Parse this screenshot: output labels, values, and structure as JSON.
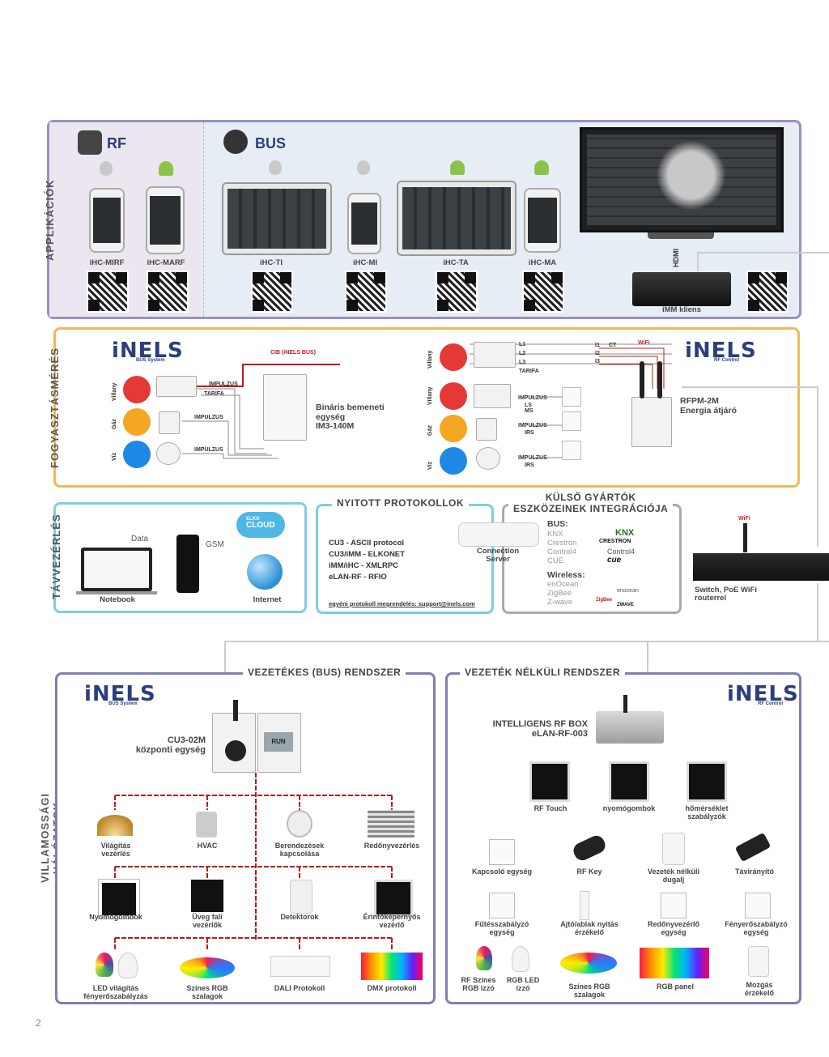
{
  "apps": {
    "section_label": "APPLIKÁCIÓK",
    "rf_title": "RF",
    "bus_title": "BUS",
    "items": [
      "iHC-MIRF",
      "iHC-MARF",
      "iHC-TI",
      "iHC-MI",
      "iHC-TA",
      "iHC-MA"
    ],
    "hdmi": "HDMI",
    "imm_label": "iMM kliens"
  },
  "consumption": {
    "section_label": "FOGYASZTÁSMÉRÉS",
    "bus_logo_sub": "BUS System",
    "rf_logo_sub": "RF Control",
    "villany": "Villany",
    "gaz": "Gáz",
    "viz": "Víz",
    "impulzus": "IMPULZUS",
    "tarifa": "TARIFA",
    "cib": "CIB (iNELS BUS)",
    "binary_input": [
      "Bináris bemeneti",
      "egység",
      "IM3-140M"
    ],
    "phases": [
      "L1",
      "L2",
      "L3"
    ],
    "ct": [
      "I1",
      "I2",
      "I3",
      "CT"
    ],
    "wifi": "WiFi",
    "ls": "LS",
    "ms": "MS",
    "irs": "IRS",
    "rfpm": [
      "RFPM-2M",
      "Energia átjáró"
    ]
  },
  "remote": {
    "section_label": "TÁVVEZÉRLÉS",
    "data": "Data",
    "gsm": "GSM",
    "cloud": [
      "ELKO",
      "CLOUD"
    ],
    "notebook": "Notebook",
    "internet": "Internet"
  },
  "protocols": {
    "title": "NYITOTT PROTOKOLLOK",
    "lines": [
      "CU3 - ASCII protocol",
      "CU3/iMM - ELKONET",
      "iMM/iHC - XMLRPC",
      "eLAN-RF - RFIO"
    ],
    "footer": "egyéni protokoll megrendelés: support@inels.com"
  },
  "thirdparty": {
    "title": [
      "KÜLSŐ GYÁRTÓK",
      "ESZKÖZEINEK INTEGRÁCIÓJA"
    ],
    "server": [
      "Connection",
      "Server"
    ],
    "bus_head": "BUS:",
    "bus_items": [
      "KNX",
      "Crestron",
      "Control4",
      "CUE"
    ],
    "logos": [
      "KNX",
      "CRESTRON",
      "Control4",
      "cue"
    ],
    "wireless_head": "Wireless:",
    "wireless_items": [
      "enOcean",
      "ZigBee",
      "Z-wave"
    ],
    "wireless_logos": [
      "enocean",
      "ZigBee",
      "ZWAVE"
    ]
  },
  "switch": {
    "label": [
      "Switch, PoE WiFi",
      "routerrel"
    ],
    "wifi": "WiFi"
  },
  "networks": {
    "section_label": [
      "VILLAMOSSÁGI",
      "HÁLÓZATOK"
    ],
    "wired_title": "VEZETÉKES (BUS) RENDSZER",
    "wireless_title": "VEZETÉK NÉLKÜLI RENDSZER",
    "cu3": [
      "CU3-02M",
      "központi egység"
    ],
    "cu3_display": [
      "RUN"
    ],
    "wired_items": [
      [
        "Világítás",
        "vezérlés"
      ],
      [
        "HVAC"
      ],
      [
        "Berendezések",
        "kapcsolása"
      ],
      [
        "Redőnyvezérlés"
      ],
      [
        "Nyomógombok"
      ],
      [
        "Üveg fali",
        "vezérlők"
      ],
      [
        "Detektorok"
      ],
      [
        "Érintőképernyős",
        "vezérlő"
      ],
      [
        "LED világítás",
        "fényerőszabályzás"
      ],
      [
        "Színes RGB",
        "szalagok"
      ],
      [
        "DALI Protokoll"
      ],
      [
        "DMX protokoll"
      ]
    ],
    "rfbox": [
      "INTELLIGENS RF BOX",
      "eLAN-RF-003"
    ],
    "wireless_items": [
      [
        "RF Touch"
      ],
      [
        "nyomógombok"
      ],
      [
        "hőmérséklet",
        "szabályzók"
      ],
      [
        "Kapcsoló egység"
      ],
      [
        "RF Key"
      ],
      [
        "Vezeték nélküli",
        "dugalj"
      ],
      [
        "Távirányító"
      ],
      [
        "Fűtésszabályzó",
        "egység"
      ],
      [
        "Ajtó/ablak nyitás",
        "érzékelő"
      ],
      [
        "Redőnyvezérlő",
        "egység"
      ],
      [
        "Fényerőszabályzó",
        "egység"
      ],
      [
        "RF Színes",
        "RGB izzó"
      ],
      [
        "RGB LED",
        "izzó"
      ],
      [
        "Színes RGB",
        "szalagok"
      ],
      [
        "RGB panel"
      ],
      [
        "Mozgás",
        "érzékelő"
      ]
    ]
  },
  "page_number": "2",
  "colors": {
    "apps_border": "#9b8fc4",
    "consumption_border": "#f0b85a",
    "remote_border": "#7fcde0",
    "gray_border": "#aaaaaa",
    "networks_border": "#7d7fb5",
    "cable": "#b71c1c",
    "logo": "#2a3f7c"
  }
}
